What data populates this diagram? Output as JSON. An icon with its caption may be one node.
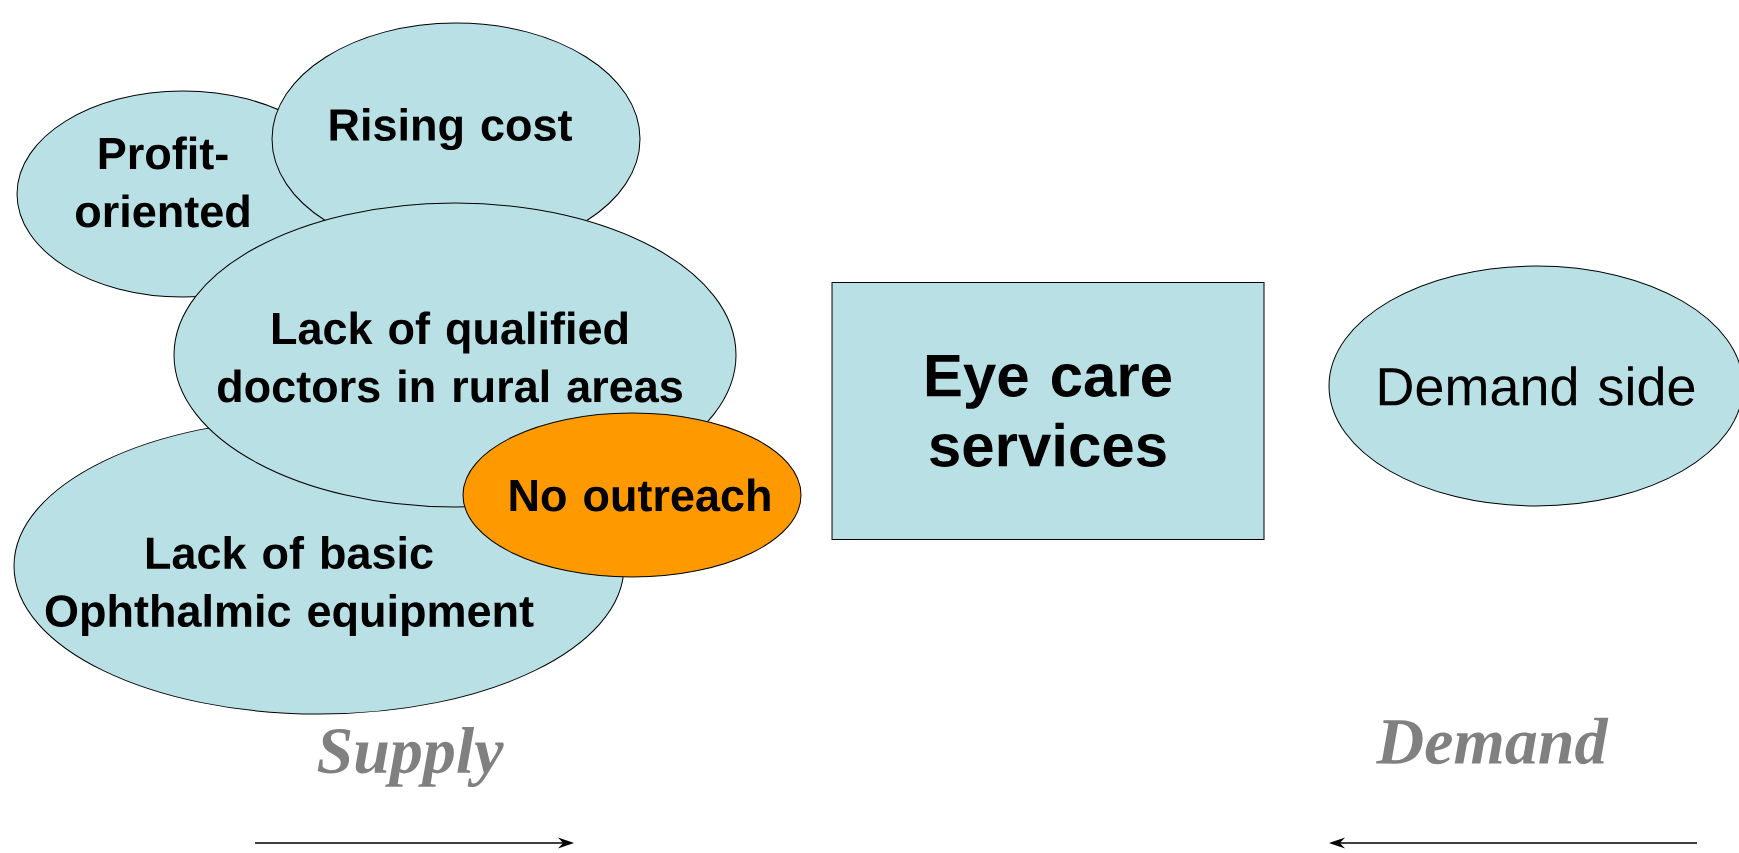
{
  "diagram": {
    "nodes": [
      {
        "text": [
          "Profit- oriented"
        ]
      },
      {
        "text": [
          "Rising cost"
        ]
      },
      {
        "text": [
          "Lack of qualified doctors in rural areas"
        ]
      },
      {
        "text": [
          "Lack of basic Ophthalmic equipment"
        ]
      },
      {
        "text": [
          "No outreach"
        ]
      },
      {
        "text": [
          "Eye care services"
        ]
      },
      {
        "text": [
          "Demand side"
        ]
      }
    ],
    "labels": [
      "Supply",
      "Demand"
    ]
  }
}
